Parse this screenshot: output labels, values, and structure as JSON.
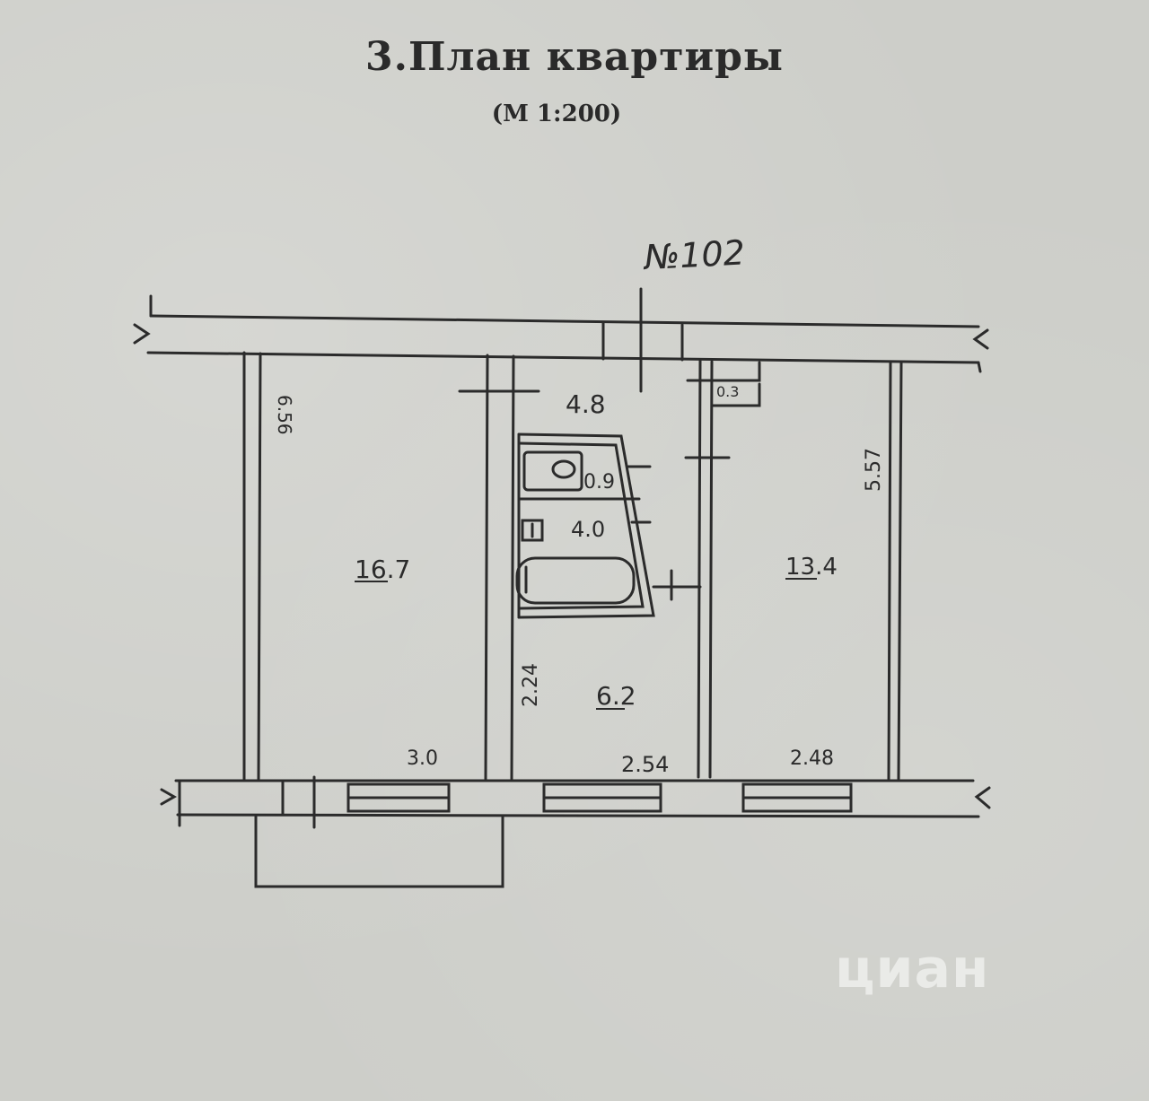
{
  "title": "3.План  квартиры",
  "scale": "(М  1:200)",
  "apartment_number": "№102",
  "rooms": {
    "room_left_area": "16.7",
    "room_right_area": "13.4",
    "corridor_area": "4.8",
    "hall_area": "6.2",
    "wc_area": "0.9",
    "bath_area": "4.0",
    "closet_area": "0.3"
  },
  "dimensions": {
    "left_height": "6.56",
    "right_height": "5.57",
    "hall_height": "2.24",
    "left_width": "3.0",
    "middle_width": "2.54",
    "right_width": "2.48"
  },
  "watermark": "циан"
}
